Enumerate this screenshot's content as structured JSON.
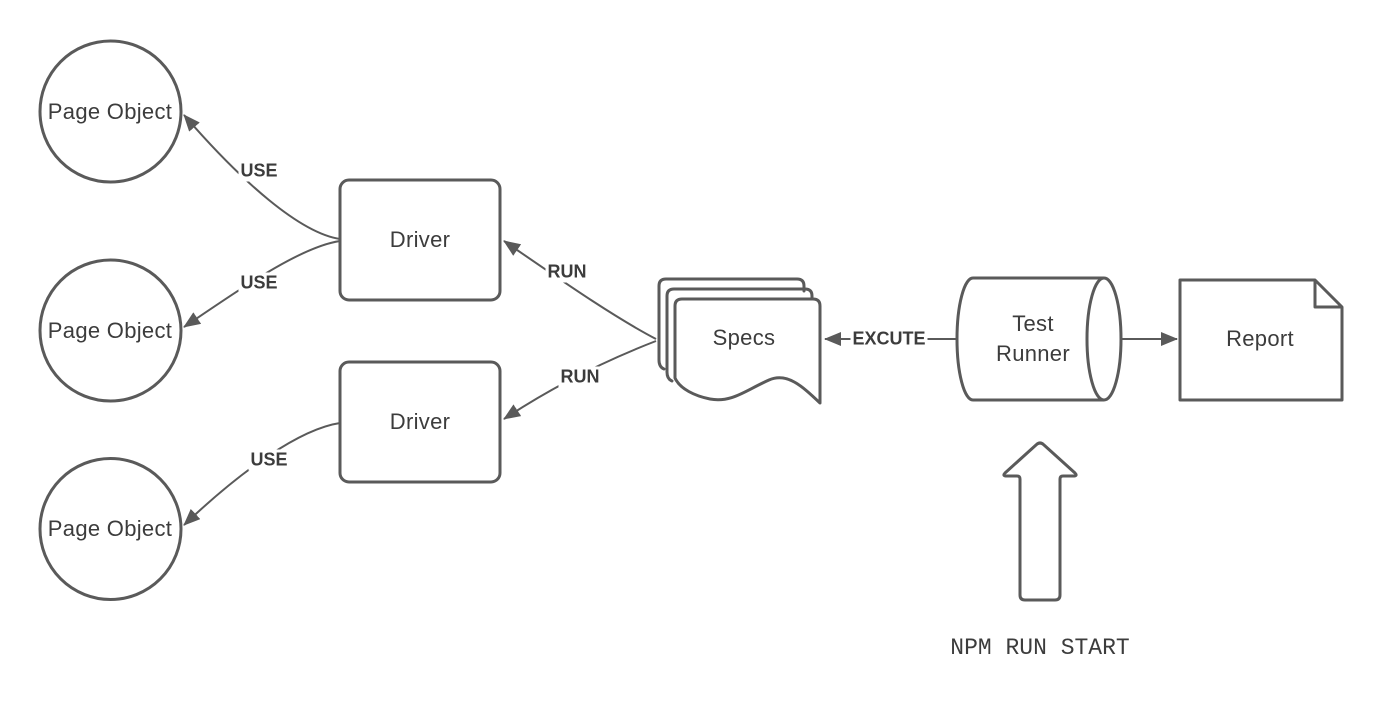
{
  "diagram": {
    "colors": {
      "background": "#ffffff",
      "stroke": "#5a5a5a",
      "text": "#3c3c3c"
    },
    "nodes": {
      "page_object_1": {
        "label": "Page Object",
        "shape": "circle"
      },
      "page_object_2": {
        "label": "Page Object",
        "shape": "circle"
      },
      "page_object_3": {
        "label": "Page Object",
        "shape": "circle"
      },
      "driver_1": {
        "label": "Driver",
        "shape": "rounded-rectangle"
      },
      "driver_2": {
        "label": "Driver",
        "shape": "rounded-rectangle"
      },
      "specs": {
        "label": "Specs",
        "shape": "multi-document"
      },
      "test_runner": {
        "label": "Test Runner",
        "shape": "horizontal-cylinder"
      },
      "report": {
        "label": "Report",
        "shape": "document-folded-corner"
      }
    },
    "edges": {
      "use_1": {
        "label": "USE",
        "from": "driver_1",
        "to": "page_object_1"
      },
      "use_2": {
        "label": "USE",
        "from": "driver_1",
        "to": "page_object_2"
      },
      "use_3": {
        "label": "USE",
        "from": "driver_2",
        "to": "page_object_3"
      },
      "run_1": {
        "label": "RUN",
        "from": "specs",
        "to": "driver_1"
      },
      "run_2": {
        "label": "RUN",
        "from": "specs",
        "to": "driver_2"
      },
      "excute": {
        "label": "EXCUTE",
        "from": "test_runner",
        "to": "specs"
      },
      "report_out": {
        "label": "",
        "from": "test_runner",
        "to": "report"
      }
    },
    "command_arrow": {
      "shape": "big-up-arrow",
      "points_to": "test_runner"
    },
    "caption": {
      "label": "NPM RUN START"
    }
  }
}
